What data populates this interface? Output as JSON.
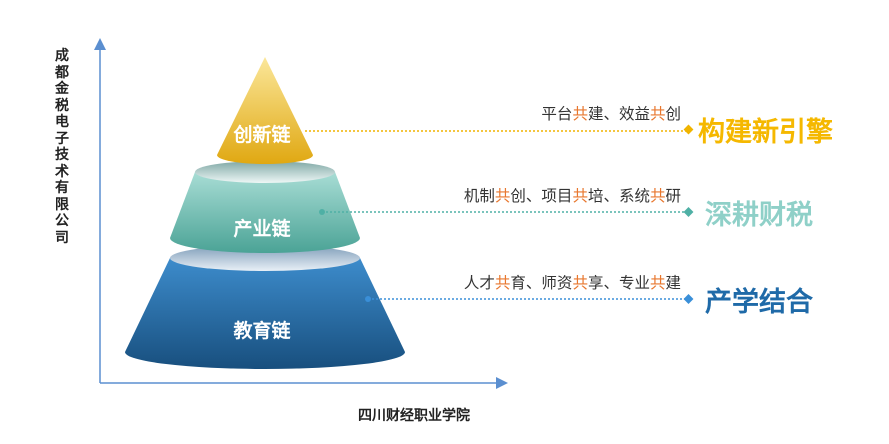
{
  "y_axis_label": "成都金税电子技术有限公司",
  "x_axis_label": "四川财经职业学院",
  "layers": [
    {
      "name": "创新链",
      "color": "#e6b21c"
    },
    {
      "name": "产业链",
      "color": "#5fb5a8"
    },
    {
      "name": "教育链",
      "color": "#2a6fa8"
    }
  ],
  "rows": [
    {
      "segments": [
        "平台",
        "共",
        "建、效益",
        "共",
        "创"
      ],
      "goal": "构建新引擎",
      "line_color": "#f0b400",
      "goal_color": "#f5b800"
    },
    {
      "segments": [
        "机制",
        "共",
        "创、项目",
        "共",
        "培、系统",
        "共",
        "研"
      ],
      "goal": "深耕财税",
      "line_color": "#4fb0a5",
      "goal_color": "#8fd0c8"
    },
    {
      "segments": [
        "人才",
        "共",
        "育、师资",
        "共",
        "享、专业",
        "共",
        "建"
      ],
      "goal": "产学结合",
      "line_color": "#3a8fd8",
      "goal_color": "#1f6aa8"
    }
  ]
}
